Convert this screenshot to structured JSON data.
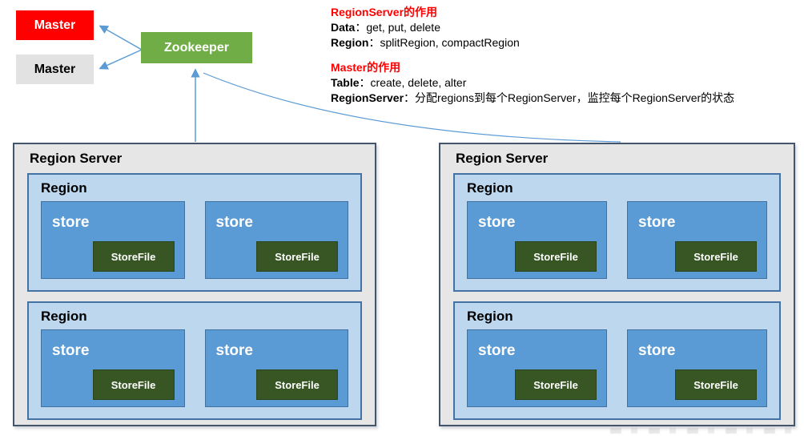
{
  "masters": [
    {
      "label": "Master",
      "bg": "#ff0000",
      "color": "#ffffff"
    },
    {
      "label": "Master",
      "bg": "#e2e2e2",
      "color": "#000000"
    }
  ],
  "zookeeper": {
    "label": "Zookeeper",
    "bg": "#70ad47",
    "color": "#ffffff"
  },
  "annotations": {
    "region_server_role": {
      "title": "RegionServer的作用",
      "lines": [
        {
          "label": "Data",
          "rest": "：get, put, delete"
        },
        {
          "label": "Region",
          "rest": "：splitRegion, compactRegion"
        }
      ]
    },
    "master_role": {
      "title": "Master的作用",
      "lines": [
        {
          "label": "Table",
          "rest": "：create, delete, alter"
        },
        {
          "label": "RegionServer",
          "rest": "：分配regions到每个RegionServer，监控每个RegionServer的状态"
        }
      ]
    }
  },
  "region_servers": [
    {
      "title": "Region Server",
      "regions": [
        {
          "title": "Region",
          "stores": [
            {
              "label": "store",
              "storefile": "StoreFile"
            },
            {
              "label": "store",
              "storefile": "StoreFile"
            }
          ]
        },
        {
          "title": "Region",
          "stores": [
            {
              "label": "store",
              "storefile": "StoreFile"
            },
            {
              "label": "store",
              "storefile": "StoreFile"
            }
          ]
        }
      ]
    },
    {
      "title": "Region Server",
      "regions": [
        {
          "title": "Region",
          "stores": [
            {
              "label": "store",
              "storefile": "StoreFile"
            },
            {
              "label": "store",
              "storefile": "StoreFile"
            }
          ]
        },
        {
          "title": "Region",
          "stores": [
            {
              "label": "store",
              "storefile": "StoreFile"
            },
            {
              "label": "store",
              "storefile": "StoreFile"
            }
          ]
        }
      ]
    }
  ],
  "colors": {
    "master_active_bg": "#ff0000",
    "master_standby_bg": "#e2e2e2",
    "zookeeper_bg": "#70ad47",
    "arrow": "#5b9bd5",
    "region_server_bg": "#e6e6e6",
    "region_server_border": "#44546a",
    "region_bg": "#bdd7ee",
    "region_border": "#4472a4",
    "store_bg": "#5b9bd5",
    "store_border": "#41719c",
    "storefile_bg": "#375623",
    "annotation_heading": "#ff0000"
  }
}
